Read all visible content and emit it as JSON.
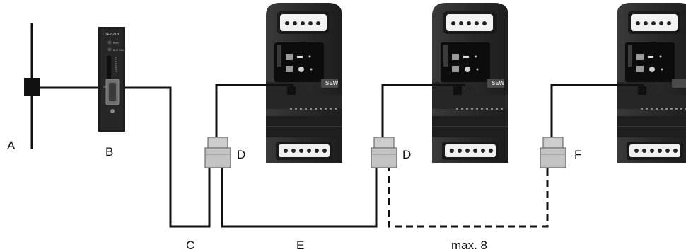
{
  "labels": {
    "a": "A",
    "b": "B",
    "c": "C",
    "d1": "D",
    "d2": "D",
    "e": "E",
    "f": "F",
    "max": "max. 8"
  },
  "gateway_text": {
    "top": "DFP 21B",
    "run": "RUN",
    "bus_fault": "BUS FAULT",
    "address": "0 1 2 3 4 5 6 7",
    "port": "X30"
  },
  "drive_brand": "SEW",
  "colors": {
    "line": "#111111",
    "drive_body": "#2b2b2b",
    "drive_dark": "#141414",
    "connector": "#c9c9c9",
    "connector_stroke": "#555555"
  }
}
